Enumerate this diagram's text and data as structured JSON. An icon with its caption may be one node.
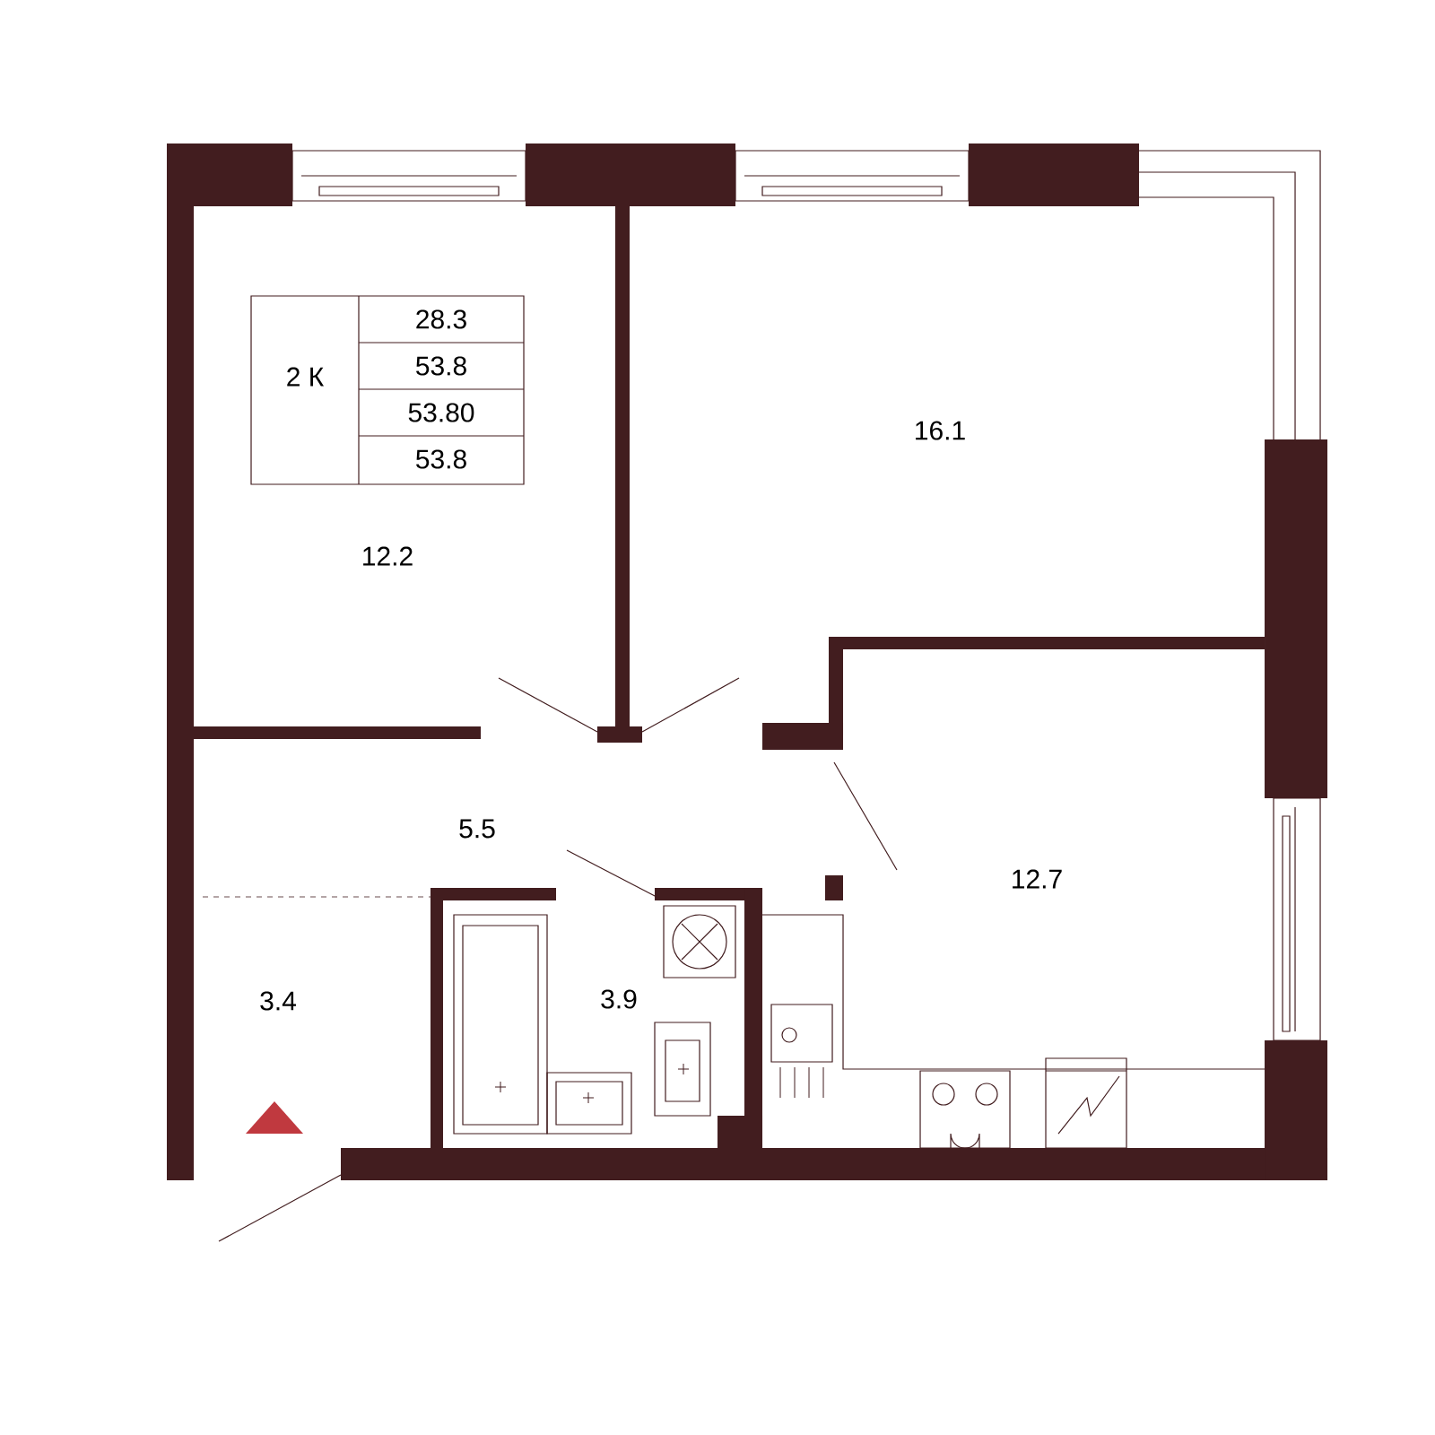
{
  "diagram": {
    "labels": [
      "2 К",
      "28.3",
      "53.8",
      "53.80",
      "53.8",
      "16.1",
      "12.2",
      "5.5",
      "12.7",
      "3.4",
      "3.9"
    ]
  }
}
